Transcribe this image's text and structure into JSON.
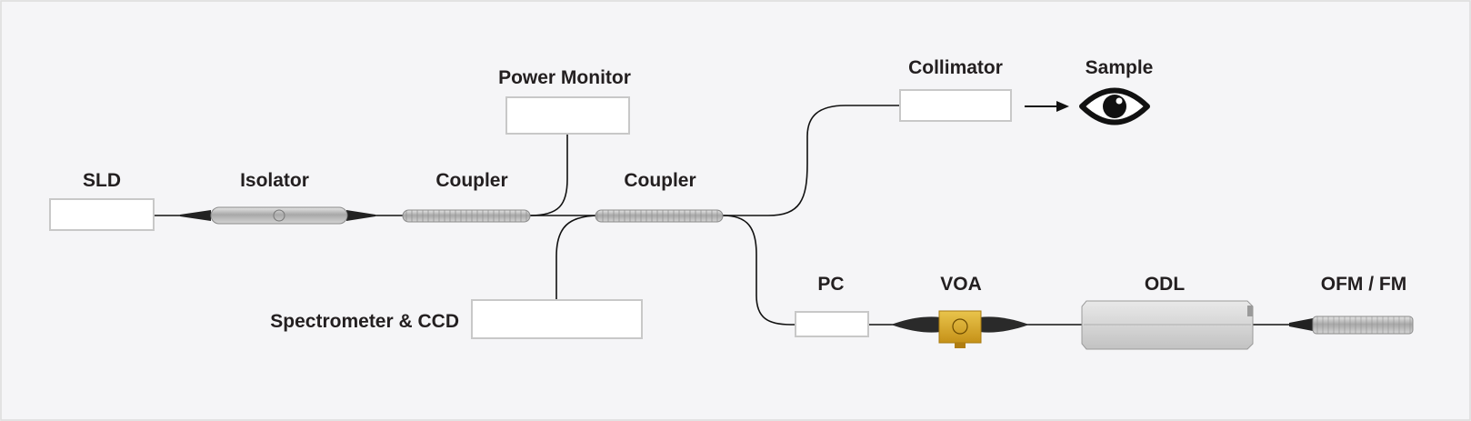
{
  "labels": {
    "sld": "SLD",
    "isolator": "Isolator",
    "coupler_1": "Coupler",
    "power_monitor": "Power Monitor",
    "coupler_2": "Coupler",
    "collimator": "Collimator",
    "sample": "Sample",
    "spectrometer": "Spectrometer & CCD",
    "pc": "PC",
    "voa": "VOA",
    "odl": "ODL",
    "ofm_fm": "OFM / FM"
  },
  "colors": {
    "background": "#f5f5f7",
    "label": "#231f20",
    "box_border": "#c8c8c8",
    "fiber": "#111111",
    "voa_body": "#d7a92a",
    "metal": "#b9b9b9"
  },
  "icons": {
    "sample": "eye-icon",
    "arrow": "arrow-right-icon"
  }
}
